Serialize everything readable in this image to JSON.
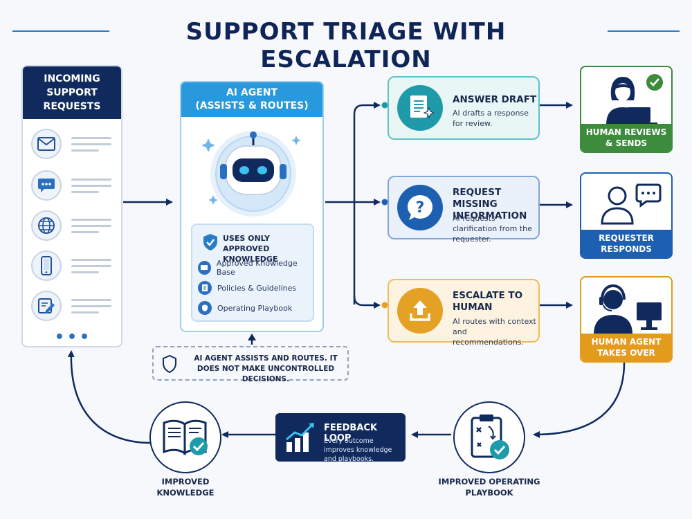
{
  "title": "SUPPORT TRIAGE WITH ESCALATION",
  "incoming": {
    "title": "INCOMING SUPPORT REQUESTS",
    "channels": [
      "envelope-icon",
      "chat-bubble-icon",
      "globe-icon",
      "phone-icon",
      "form-edit-icon"
    ],
    "more": "•••"
  },
  "agent": {
    "title_line1": "AI AGENT",
    "title_line2": "(ASSISTS & ROUTES)",
    "knowledge_title": "USES ONLY APPROVED KNOWLEDGE",
    "sources": [
      "Approved Knowledge Base",
      "Policies & Guidelines",
      "Operating Playbook"
    ]
  },
  "note": {
    "text": "AI AGENT ASSISTS AND ROUTES. IT DOES NOT MAKE UNCONTROLLED DECISIONS."
  },
  "outcomes": [
    {
      "title": "ANSWER DRAFT",
      "desc": "AI drafts a response for review.",
      "color": "#1f9aa8"
    },
    {
      "title": "REQUEST MISSING INFORMATION",
      "desc": "AI requests clarification from the requester.",
      "color": "#1d5fb0"
    },
    {
      "title": "ESCALATE TO HUMAN",
      "desc": "AI routes with context and recommendations.",
      "color": "#e5a124"
    }
  ],
  "results": [
    {
      "label": "HUMAN REVIEWS & SENDS",
      "color": "#3d8b3d"
    },
    {
      "label": "REQUESTER RESPONDS",
      "color": "#1d5fb0"
    },
    {
      "label": "HUMAN AGENT TAKES OVER",
      "color": "#e39b1c"
    }
  ],
  "feedback": {
    "title": "FEEDBACK LOOP",
    "desc": "Every outcome improves knowledge and playbooks."
  },
  "improved_knowledge": "IMPROVED KNOWLEDGE",
  "improved_playbook": "IMPROVED OPERATING PLAYBOOK"
}
